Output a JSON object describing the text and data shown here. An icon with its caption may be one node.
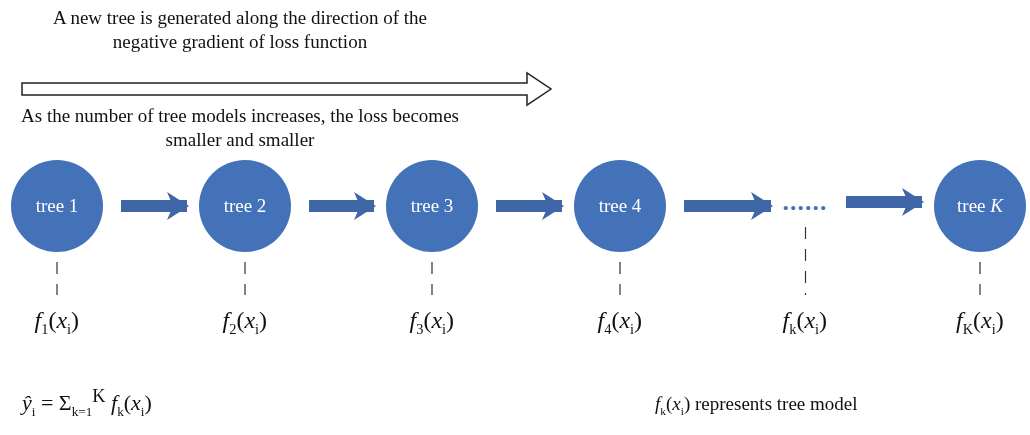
{
  "diagram": {
    "nodes": [
      {
        "text": [
          "tree 1"
        ]
      },
      {
        "text": [
          "tree 2"
        ]
      },
      {
        "text": [
          "tree 3"
        ]
      },
      {
        "text": [
          "tree 4"
        ]
      },
      {
        "text": [
          "......"
        ]
      },
      {
        "text": [
          "tree *K*"
        ]
      },
      {
        "text": [
          "*f*$_{1}$(*x*$_{i}$)"
        ]
      },
      {
        "text": [
          "*f*$_{2}$(*x*$_{i}$)"
        ]
      },
      {
        "text": [
          "*f*$_{3}$(*x*$_{i}$)"
        ]
      },
      {
        "text": [
          "*f*$_{4}$(*x*$_{i}$)"
        ]
      },
      {
        "text": [
          "*f*$_{k}$(*x*$_{i}$)"
        ]
      },
      {
        "text": [
          "*f*$_{K}$(*x*$_{i}$)"
        ]
      }
    ],
    "edges": [
      {
        "from": 0,
        "to": 1,
        "arrow": "to",
        "style": "thick",
        "color": "#3f67a8"
      },
      {
        "from": 1,
        "to": 2,
        "arrow": "to",
        "style": "thick",
        "color": "#3f67a8"
      },
      {
        "from": 2,
        "to": 3,
        "arrow": "to",
        "style": "thick",
        "color": "#3f67a8"
      },
      {
        "from": 3,
        "to": 4,
        "arrow": "to",
        "style": "thick",
        "color": "#3f67a8"
      },
      {
        "from": 4,
        "to": 5,
        "arrow": "to",
        "style": "thick",
        "color": "#3f67a8"
      },
      {
        "from": 0,
        "to": 6,
        "arrow": "none",
        "style": "dashed"
      },
      {
        "from": 1,
        "to": 7,
        "arrow": "none",
        "style": "dashed"
      },
      {
        "from": 2,
        "to": 8,
        "arrow": "none",
        "style": "dashed"
      },
      {
        "from": 3,
        "to": 9,
        "arrow": "none",
        "style": "dashed"
      },
      {
        "from": 4,
        "to": 10,
        "arrow": "none",
        "style": "dashed"
      },
      {
        "from": 5,
        "to": 11,
        "arrow": "none",
        "style": "dashed"
      }
    ],
    "labels": [
      "A new tree is generated along the direction of the negative gradient of loss function",
      "As the number of tree models increases, the loss becomes smaller and smaller",
      "*ŷ*$_{i}$ = Σ$_{k=1}$$^{K}$ *f*$_{k}$(*x*$_{i}$)",
      "*f*$_{k}$(*x*$_{i}$) represents tree model"
    ]
  }
}
